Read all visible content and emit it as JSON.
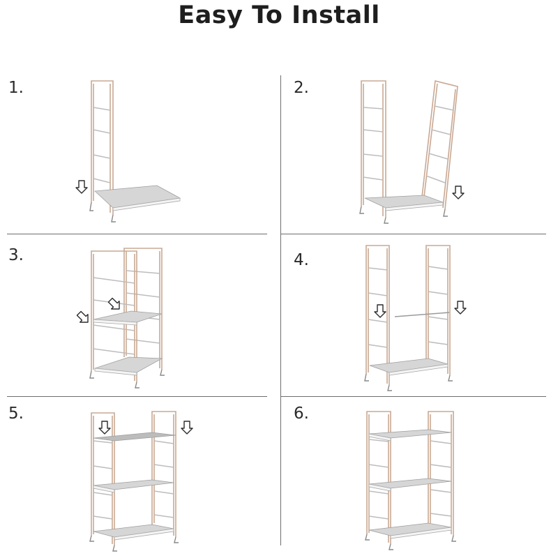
{
  "title": "Easy To Install",
  "steps": [
    {
      "label": "1."
    },
    {
      "label": "2."
    },
    {
      "label": "3."
    },
    {
      "label": "4."
    },
    {
      "label": "5."
    },
    {
      "label": "6."
    }
  ],
  "colors": {
    "frame": "#c8a893",
    "shelf": "#d6d6d6",
    "divider": "#6d6d6d",
    "arrow": "#2b2b2b"
  }
}
